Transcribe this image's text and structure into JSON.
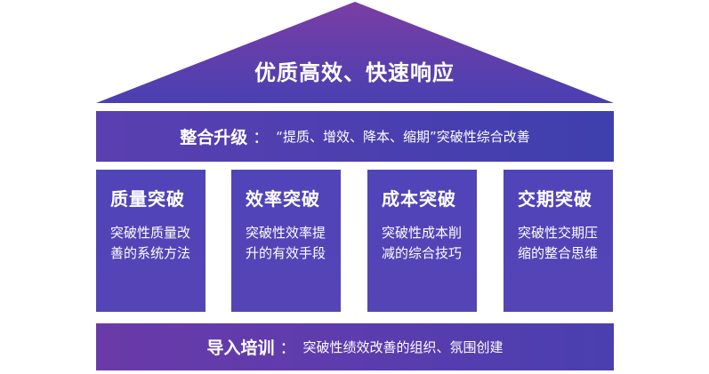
{
  "roof": {
    "title": "优质高效、快速响应"
  },
  "upgrade_band": {
    "label": "整合升级",
    "separator": "：",
    "text": "“提质、增效、降本、缩期”突破性综合改善"
  },
  "pillars": [
    {
      "title": "质量突破",
      "description": "突破性质量改善的系统方法"
    },
    {
      "title": "效率突破",
      "description": "突破性效率提升的有效手段"
    },
    {
      "title": "成本突破",
      "description": "突破性成本削减的综合技巧"
    },
    {
      "title": "交期突破",
      "description": "突破性交期压缩的整合思维"
    }
  ],
  "training_band": {
    "label": "导入培训",
    "separator": "：",
    "text": "突破性绩效改善的组织、氛围创建"
  },
  "colors": {
    "roof_top": "#6f3fa6",
    "roof_bottom": "#4a3fb0",
    "band": "#4f3fb0",
    "pillar": "#5244b7"
  }
}
